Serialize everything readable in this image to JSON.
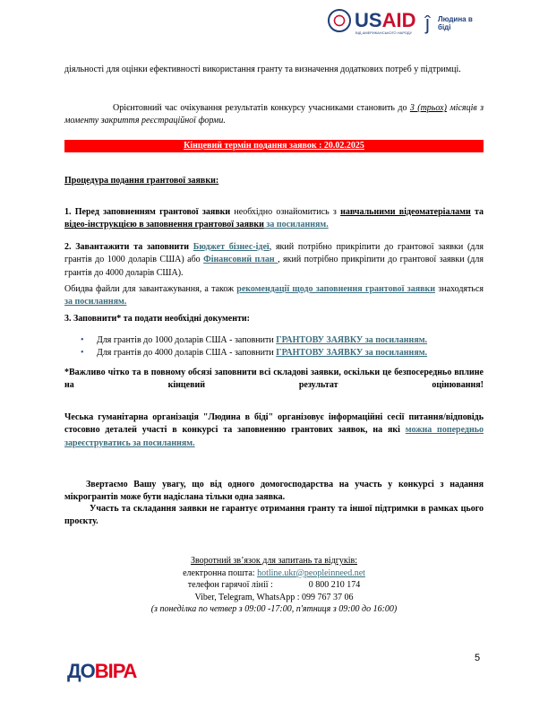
{
  "header": {
    "usaid_logo": "USAID",
    "usaid_sub": "ВІД АМЕРИКАНСЬКОГО НАРОДУ",
    "pin_logo": "Людина в біді"
  },
  "p1": "діяльності для оцінки ефективності використання гранту та визначення додаткових потреб у підтримці.",
  "p2": {
    "text": "Орієнтовний час очікування результатів конкурсу учасниками становить до ",
    "em": "3 (трьох)",
    "rest": " місяців з моменту закриття реєстраційної форми."
  },
  "deadline": "Кінцевий термін подання заявок :   20.02.2025",
  "procedure_title": "Процедура подання грантової заявки:",
  "step1": {
    "a": "1. Перед заповненням грантової заявки",
    "b": " необхідно ознайомитись з ",
    "c": "навчальними відеоматеріалами",
    "d": " та ",
    "e": "відео-інструкцією  в заповнення грантової заявки",
    "link": " за посиланням."
  },
  "step2": {
    "a": "2. Завантажити та заповнити ",
    "link1": "Бюджет бізнес-ідеї",
    "b": ", який потрібно прикріпити до грантової заявки (для грантів до 1000 доларів США) або ",
    "link2": "Фінансовий план ",
    "c": ", який потрібно прикріпити до грантової заявки (для грантів до 4000 доларів США)."
  },
  "files": {
    "a": "Обидва файли для завантажування, а також ",
    "link": "рекомендації щодо заповнення грантової заявки",
    "b": " знаходяться ",
    "link2": "за посиланням."
  },
  "step3": {
    "title": "3. Заповнити* та подати необхідні документи:",
    "items": [
      {
        "text": "Для грантів до 1000 доларів США - заповнити ",
        "link": "ГРАНТОВУ ЗАЯВКУ за посиланням."
      },
      {
        "text": "Для грантів до 4000 доларів США - заповнити ",
        "link": "ГРАНТОВУ ЗАЯВКУ за посиланням."
      }
    ]
  },
  "important": "*Важливо чітко та в повному обсязі заповнити всі складові заявки, оскільки це безпосередньо вплине на кінцевий результат оцінювання!",
  "sessions": {
    "text": "Чеська гуманітарна організація \"Людина в біді\" організовує інформаційні сесії питання/відповідь стосовно деталей участі в конкурсі та заповненню грантових заявок, на які ",
    "link": "можна попередньо зареєструватись за посиланням."
  },
  "notice1": "Звертаємо Вашу увагу, що  від одного домогосподарства на участь у конкурсі з надання мікрогрантів може бути надіслана тільки одна заявка.",
  "notice2": "Участь та складання заявки не гарантує отримання гранту та іншої підтримки в рамках цього проєкту.",
  "contacts": {
    "title": "Зворотний зв’язок для запитань та відгуків:",
    "email_label": "електронна пошта: ",
    "email": "hotline.ukr@peopleinneed.net",
    "phone_label": "телефон гарячої лінії :",
    "phone": "0 800 210 174",
    "messengers": "Viber, Telegram, WhatsApp : 099 767 37 06",
    "hours": "(з понеділка по четвер з 09:00 -17:00,  п'ятниця з 09:00 до 16:00)"
  },
  "footer": {
    "page": "5",
    "logo_a": "ДО",
    "logo_b": "ВІРА"
  }
}
